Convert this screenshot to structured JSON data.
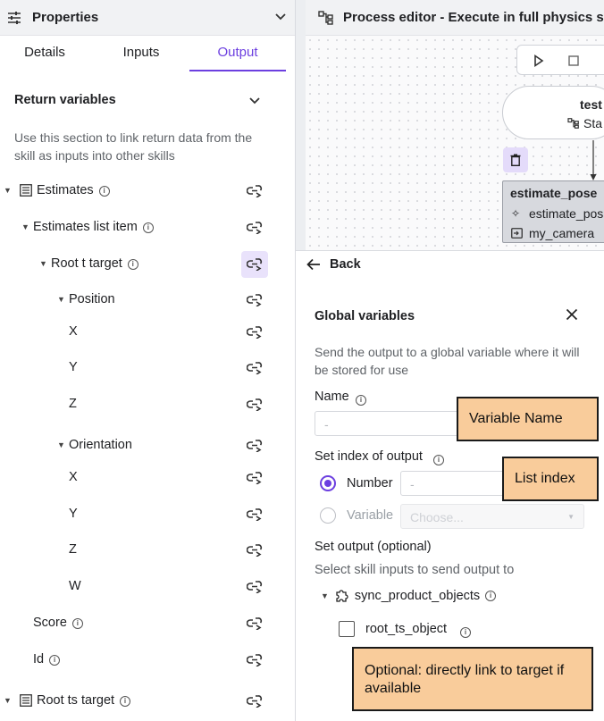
{
  "properties": {
    "title": "Properties",
    "tabs": [
      {
        "label": "Details"
      },
      {
        "label": "Inputs"
      },
      {
        "label": "Output"
      }
    ],
    "section_title": "Return variables",
    "section_desc": "Use this section to link return data from the skill as inputs into other skills",
    "tree": [
      {
        "label": "Estimates"
      },
      {
        "label": "Estimates list item"
      },
      {
        "label": "Root t target"
      },
      {
        "label": "Position"
      },
      {
        "label": "X"
      },
      {
        "label": "Y"
      },
      {
        "label": "Z"
      },
      {
        "label": "Orientation"
      },
      {
        "label": "X"
      },
      {
        "label": "Y"
      },
      {
        "label": "Z"
      },
      {
        "label": "W"
      },
      {
        "label": "Score"
      },
      {
        "label": "Id"
      },
      {
        "label": "Root ts target"
      }
    ]
  },
  "editor": {
    "title": "Process editor - Execute in full physics sim",
    "test_node": {
      "title": "test",
      "subtitle": "Sta"
    },
    "estimate_node": {
      "title": "estimate_pose",
      "skill": "estimate_pos",
      "camera": "my_camera"
    }
  },
  "overlay": {
    "back_label": "Back",
    "title": "Global variables",
    "desc": "Send the output to a global variable where it will be stored for use",
    "name_label": "Name",
    "name_placeholder": "-",
    "index_label": "Set index of output",
    "number_label": "Number",
    "number_placeholder": "-",
    "variable_label": "Variable",
    "variable_placeholder": "Choose...",
    "set_output_label": "Set output (optional)",
    "set_output_desc": "Select skill inputs to send output to",
    "skill_name": "sync_product_objects",
    "skill_input": "root_ts_object"
  },
  "callouts": {
    "variable_name": "Variable Name",
    "list_index": "List index",
    "optional_link": "Optional: directly link to target if available"
  },
  "colors": {
    "accent": "#6c3fe0",
    "callout": "#f9cc9b"
  }
}
